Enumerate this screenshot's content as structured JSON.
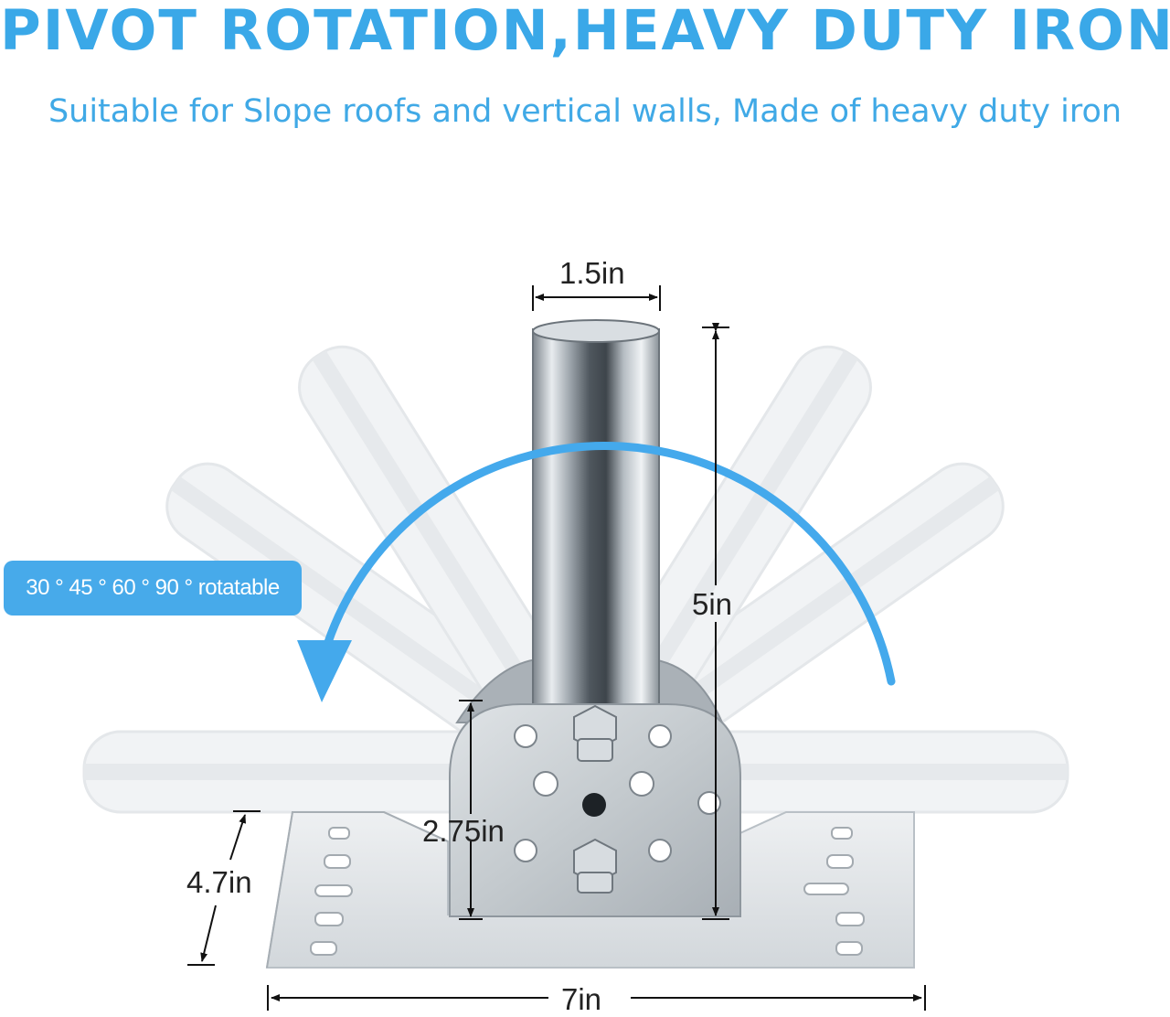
{
  "header": {
    "title": "PIVOT ROTATION,HEAVY DUTY IRON",
    "subtitle": "Suitable for Slope roofs and vertical walls, Made of heavy duty iron"
  },
  "badge": {
    "text": "30 ° 45 ° 60 ° 90 ° rotatable"
  },
  "dimensions": {
    "pipe_diameter": "1.5in",
    "height": "5in",
    "bracket_height": "2.75in",
    "base_depth": "4.7in",
    "base_width": "7in"
  },
  "colors": {
    "accent": "#3aa8e8",
    "arrow": "#44a9ec",
    "steel": "#b8bfc5"
  }
}
